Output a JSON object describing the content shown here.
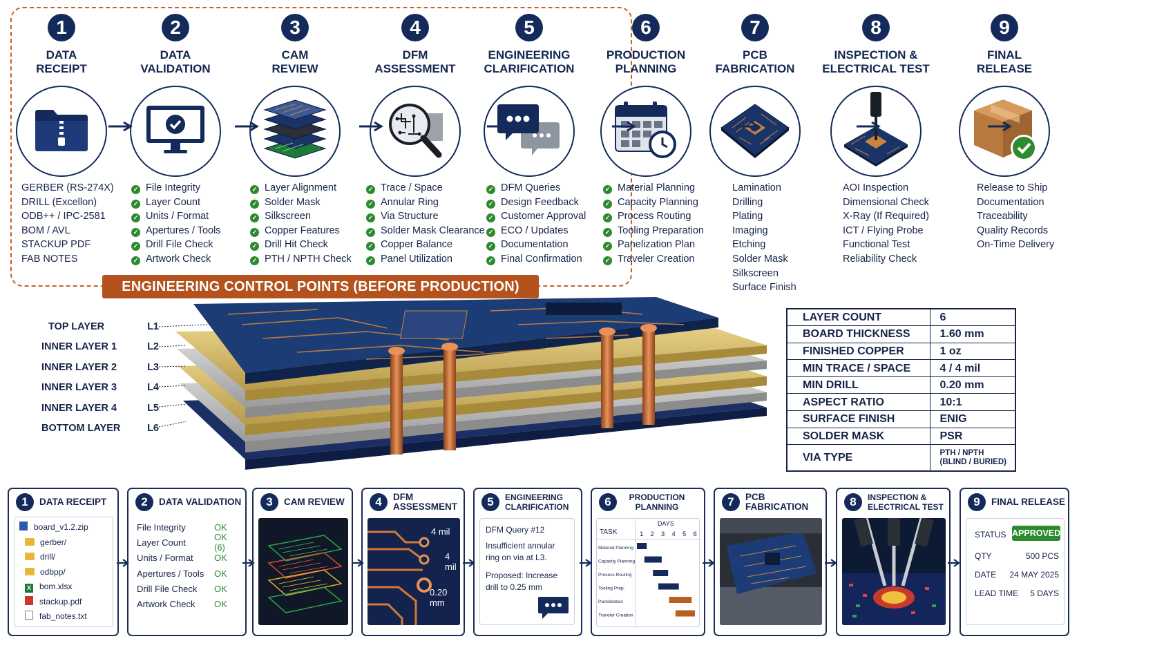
{
  "steps": [
    {
      "n": "1",
      "title": "DATA\nRECEIPT",
      "icon": "folder-zip-icon",
      "check": false,
      "items": [
        "GERBER (RS-274X)",
        "DRILL (Excellon)",
        "ODB++ / IPC-2581",
        "BOM / AVL",
        "STACKUP PDF",
        "FAB NOTES"
      ]
    },
    {
      "n": "2",
      "title": "DATA\nVALIDATION",
      "icon": "monitor-check-icon",
      "check": true,
      "items": [
        "File Integrity",
        "Layer Count",
        "Units / Format",
        "Apertures / Tools",
        "Drill File Check",
        "Artwork Check"
      ]
    },
    {
      "n": "3",
      "title": "CAM\nREVIEW",
      "icon": "layer-stack-icon",
      "check": true,
      "items": [
        "Layer Alignment",
        "Solder Mask",
        "Silkscreen",
        "Copper Features",
        "Drill Hit Check",
        "PTH / NPTH Check"
      ]
    },
    {
      "n": "4",
      "title": "DFM\nASSESSMENT",
      "icon": "magnifier-pcb-icon",
      "check": true,
      "items": [
        "Trace / Space",
        "Annular Ring",
        "Via Structure",
        "Solder Mask Clearance",
        "Copper Balance",
        "Panel Utilization"
      ]
    },
    {
      "n": "5",
      "title": "ENGINEERING\nCLARIFICATION",
      "icon": "chat-bubbles-icon",
      "check": true,
      "items": [
        "DFM Queries",
        "Design Feedback",
        "Customer Approval",
        "ECO / Updates",
        "Documentation",
        "Final Confirmation"
      ]
    },
    {
      "n": "6",
      "title": "PRODUCTION\nPLANNING",
      "icon": "calendar-clock-icon",
      "check": true,
      "items": [
        "Material Planning",
        "Capacity Planning",
        "Process Routing",
        "Tooling Preparation",
        "Panelization Plan",
        "Traveler Creation"
      ]
    },
    {
      "n": "7",
      "title": "PCB\nFABRICATION",
      "icon": "pcb-board-icon",
      "check": false,
      "items": [
        "Lamination",
        "Drilling",
        "Plating",
        "Imaging",
        "Etching",
        "Solder Mask",
        "Silkscreen",
        "Surface Finish"
      ]
    },
    {
      "n": "8",
      "title": "INSPECTION &\nELECTRICAL TEST",
      "icon": "probe-test-icon",
      "check": false,
      "items": [
        "AOI Inspection",
        "Dimensional Check",
        "X-Ray (If Required)",
        "ICT / Flying Probe",
        "Functional Test",
        "Reliability Check"
      ]
    },
    {
      "n": "9",
      "title": "FINAL\nRELEASE",
      "icon": "box-check-icon",
      "check": false,
      "items": [
        "Release to Ship",
        "Documentation",
        "Traceability",
        "Quality Records",
        "On-Time Delivery"
      ]
    }
  ],
  "banner": "ENGINEERING CONTROL POINTS (BEFORE PRODUCTION)",
  "layers": [
    {
      "name": "TOP LAYER",
      "id": "L1"
    },
    {
      "name": "INNER LAYER 1",
      "id": "L2"
    },
    {
      "name": "INNER LAYER 2",
      "id": "L3"
    },
    {
      "name": "INNER LAYER 3",
      "id": "L4"
    },
    {
      "name": "INNER LAYER 4",
      "id": "L5"
    },
    {
      "name": "BOTTOM LAYER",
      "id": "L6"
    }
  ],
  "specs": [
    {
      "k": "LAYER COUNT",
      "v": "6"
    },
    {
      "k": "BOARD THICKNESS",
      "v": "1.60 mm"
    },
    {
      "k": "FINISHED COPPER",
      "v": "1 oz"
    },
    {
      "k": "MIN TRACE / SPACE",
      "v": "4 / 4 mil"
    },
    {
      "k": "MIN DRILL",
      "v": "0.20 mm"
    },
    {
      "k": "ASPECT RATIO",
      "v": "10:1"
    },
    {
      "k": "SURFACE FINISH",
      "v": "ENIG"
    },
    {
      "k": "SOLDER MASK",
      "v": "PSR"
    },
    {
      "k": "VIA TYPE",
      "v": "PTH / NPTH\n(BLIND / BURIED)"
    }
  ],
  "cards": {
    "c1": {
      "n": "1",
      "title": "DATA RECEIPT",
      "files": [
        "board_v1.2.zip",
        "gerber/",
        "drill/",
        "odbpp/",
        "bom.xlsx",
        "stackup.pdf",
        "fab_notes.txt"
      ]
    },
    "c2": {
      "n": "2",
      "title": "DATA VALIDATION",
      "rows": [
        {
          "k": "File Integrity",
          "v": "OK"
        },
        {
          "k": "Layer Count",
          "v": "OK (6)"
        },
        {
          "k": "Units / Format",
          "v": "OK"
        },
        {
          "k": "Apertures / Tools",
          "v": "OK"
        },
        {
          "k": "Drill File Check",
          "v": "OK"
        },
        {
          "k": "Artwork Check",
          "v": "OK"
        }
      ]
    },
    "c3": {
      "n": "3",
      "title": "CAM REVIEW"
    },
    "c4": {
      "n": "4",
      "title": "DFM ASSESSMENT",
      "labels": [
        "4 mil",
        "4 mil",
        "0.20 mm"
      ]
    },
    "c5": {
      "n": "5",
      "title": "ENGINEERING\nCLARIFICATION",
      "query_title": "DFM Query #12",
      "query_text": "Insufficient annular ring on via at L3.",
      "proposal": "Proposed: Increase drill to 0.25 mm"
    },
    "c6": {
      "n": "6",
      "title": "PRODUCTION\nPLANNING",
      "task_label": "TASK",
      "days_label": "DAYS",
      "days": [
        "1",
        "2",
        "3",
        "4",
        "5",
        "6"
      ],
      "tasks": [
        "Material Planning",
        "Capacity Planning",
        "Process Routing",
        "Tooling Prep.",
        "Panelization",
        "Traveler Creation"
      ]
    },
    "c7": {
      "n": "7",
      "title": "PCB FABRICATION"
    },
    "c8": {
      "n": "8",
      "title": "INSPECTION &\nELECTRICAL TEST"
    },
    "c9": {
      "n": "9",
      "title": "FINAL RELEASE",
      "status_label": "STATUS",
      "status": "APPROVED",
      "rows": [
        {
          "k": "QTY",
          "v": "500 PCS"
        },
        {
          "k": "DATE",
          "v": "24 MAY 2025"
        },
        {
          "k": "LEAD TIME",
          "v": "5 DAYS"
        }
      ]
    }
  },
  "colors": {
    "navy": "#132a5a",
    "orange": "#b4521d",
    "green": "#2d8a2f",
    "copper": "#c87437"
  }
}
